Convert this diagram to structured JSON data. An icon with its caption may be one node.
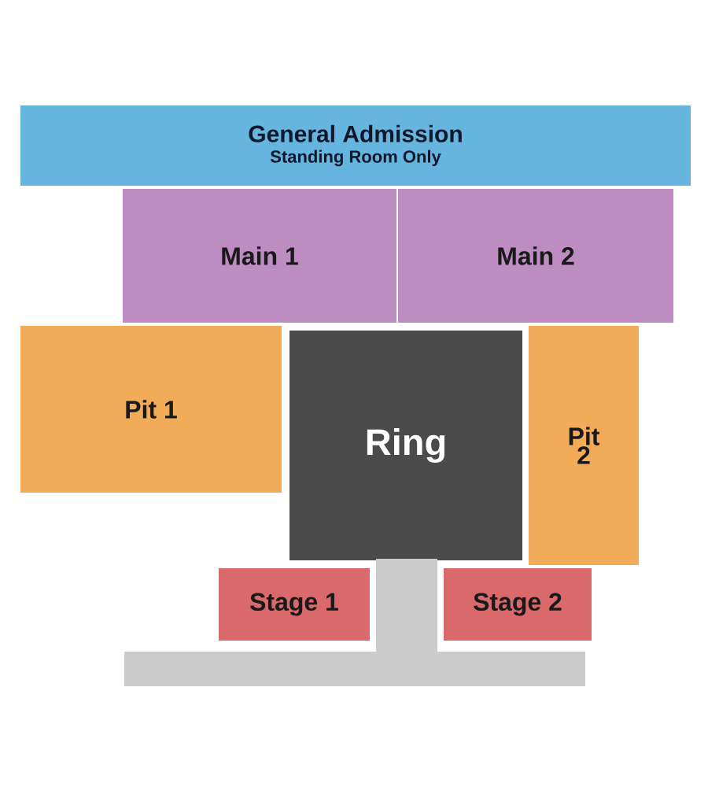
{
  "diagram": {
    "nodes": [
      {
        "text": [
          "General Admission",
          "Standing Room Only"
        ]
      },
      {
        "text": [
          "Main 1"
        ]
      },
      {
        "text": [
          "Main 2"
        ]
      },
      {
        "text": [
          "Pit 1"
        ]
      },
      {
        "text": [
          "Ring"
        ]
      },
      {
        "text": [
          "Pit 2"
        ]
      },
      {
        "text": [
          "Stage 1"
        ]
      },
      {
        "text": [
          "Stage 2"
        ]
      },
      {
        "text": [],
        "shape": "bar"
      }
    ]
  }
}
